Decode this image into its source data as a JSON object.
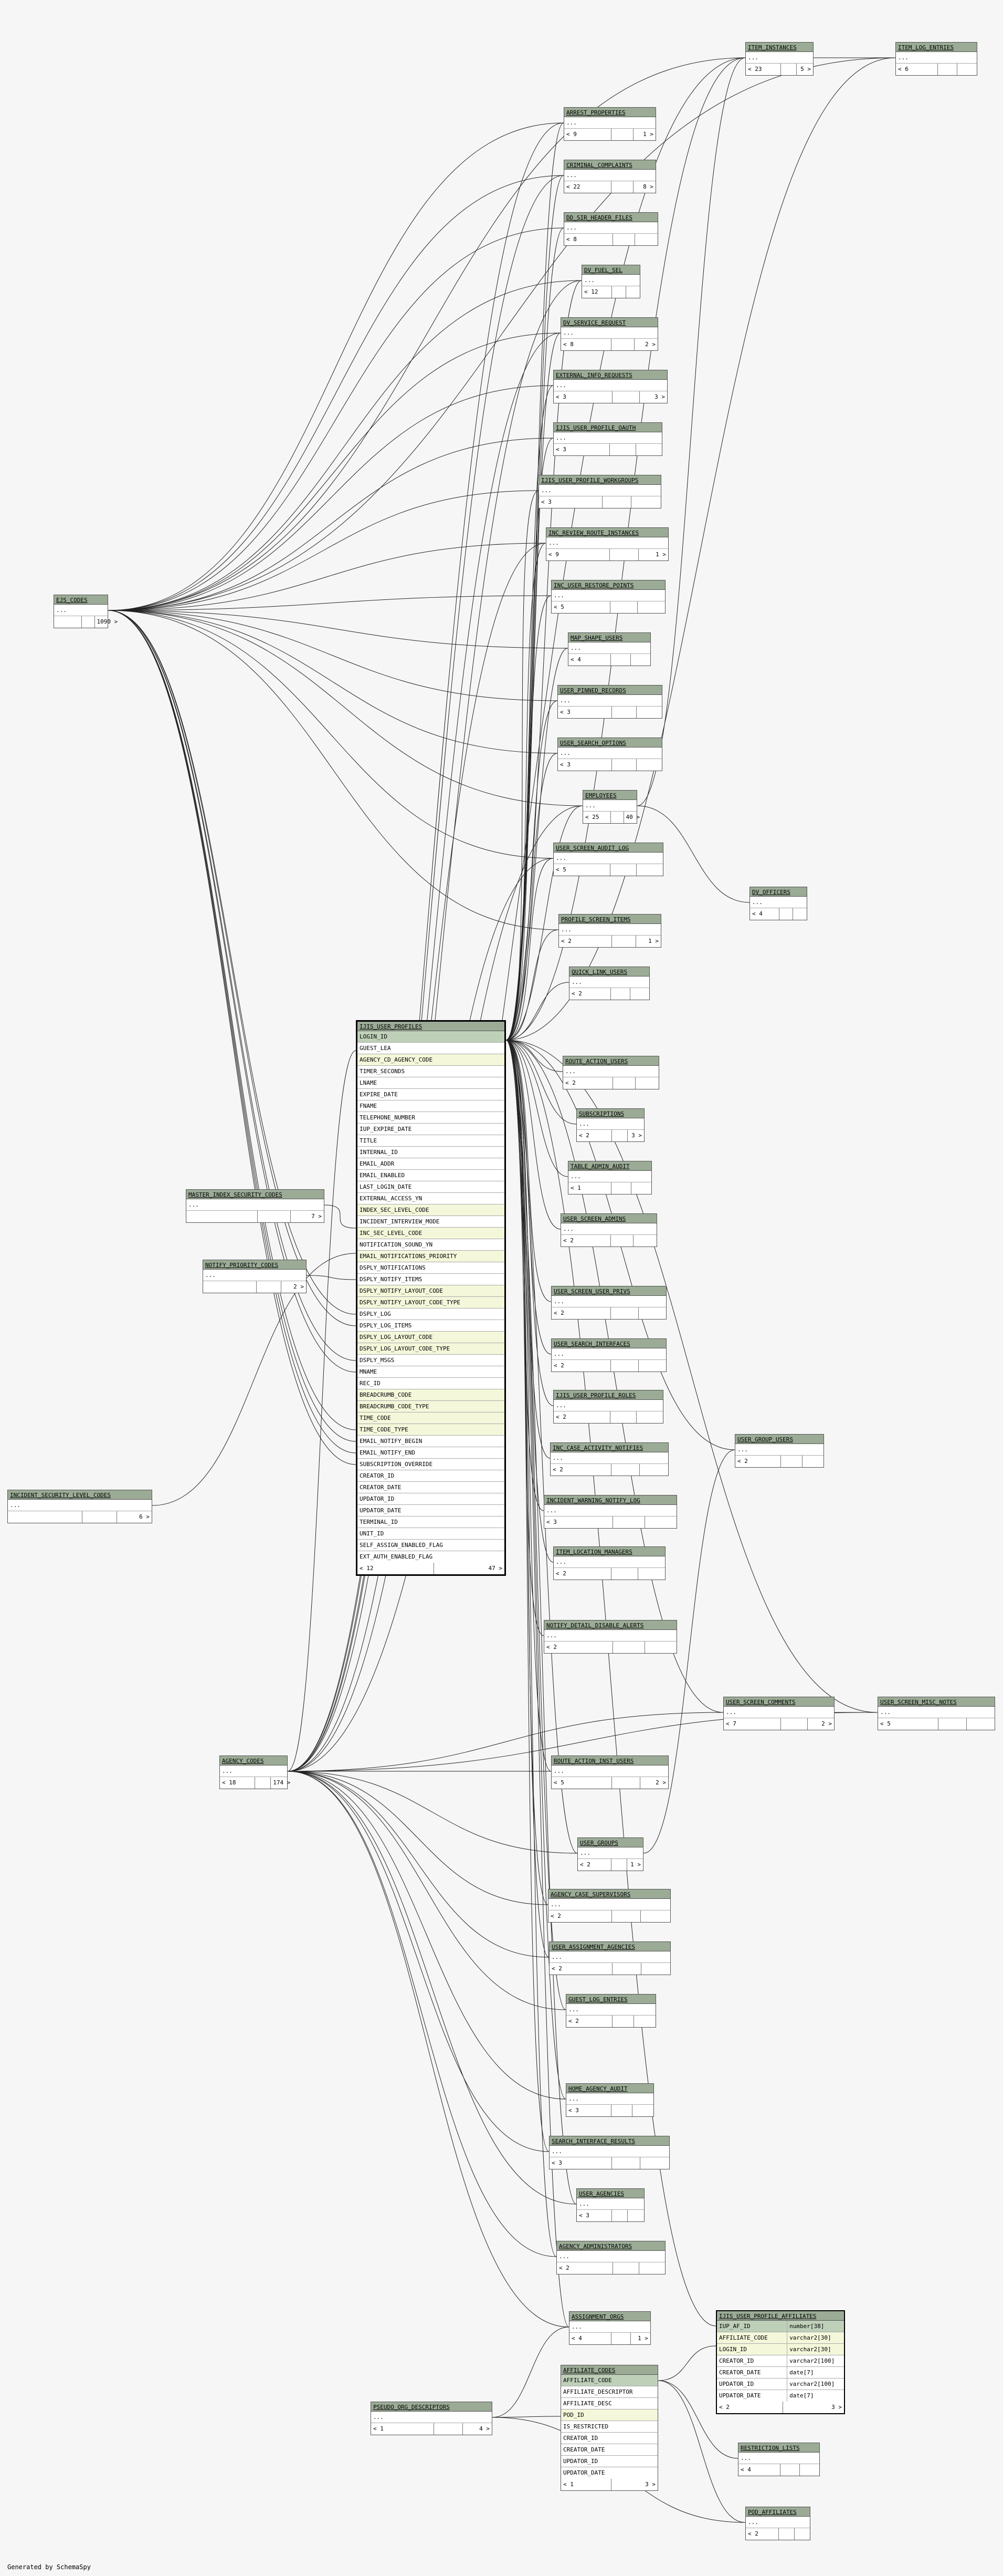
{
  "footer": "Generated by SchemaSpy",
  "tables": [
    {
      "id": "item_instances",
      "name": "ITEM_INSTANCES",
      "cols": [
        "..."
      ],
      "children": "23",
      "parents": "5"
    },
    {
      "id": "item_log_entries",
      "name": "ITEM_LOG_ENTRIES",
      "cols": [
        "..."
      ],
      "children": "6",
      "parents": ""
    },
    {
      "id": "arrest_properties",
      "name": "ARREST_PROPERTIES",
      "cols": [
        "..."
      ],
      "children": "9",
      "parents": "1"
    },
    {
      "id": "criminal_complaints",
      "name": "CRIMINAL_COMPLAINTS",
      "cols": [
        "..."
      ],
      "children": "22",
      "parents": "8"
    },
    {
      "id": "dd_sir_header_files",
      "name": "DD_SIR_HEADER_FILES",
      "cols": [
        "..."
      ],
      "children": "8",
      "parents": ""
    },
    {
      "id": "dv_fuel_sel",
      "name": "DV_FUEL_SEL",
      "cols": [
        "..."
      ],
      "children": "12",
      "parents": ""
    },
    {
      "id": "dv_service_request",
      "name": "DV_SERVICE_REQUEST",
      "cols": [
        "..."
      ],
      "children": "8",
      "parents": "2"
    },
    {
      "id": "external_info_requests",
      "name": "EXTERNAL_INFO_REQUESTS",
      "cols": [
        "..."
      ],
      "children": "3",
      "parents": "3"
    },
    {
      "id": "ijis_user_profile_oauth",
      "name": "IJIS_USER_PROFILE_OAUTH",
      "cols": [
        "..."
      ],
      "children": "3",
      "parents": ""
    },
    {
      "id": "ijis_user_profile_workgroups",
      "name": "IJIS_USER_PROFILE_WORKGROUPS",
      "cols": [
        "..."
      ],
      "children": "3",
      "parents": ""
    },
    {
      "id": "inc_review_route_instances",
      "name": "INC_REVIEW_ROUTE_INSTANCES",
      "cols": [
        "..."
      ],
      "children": "9",
      "parents": "1"
    },
    {
      "id": "inc_user_restore_points",
      "name": "INC_USER_RESTORE_POINTS",
      "cols": [
        "..."
      ],
      "children": "5",
      "parents": ""
    },
    {
      "id": "map_shape_users",
      "name": "MAP_SHAPE_USERS",
      "cols": [
        "..."
      ],
      "children": "4",
      "parents": ""
    },
    {
      "id": "user_pinned_records",
      "name": "USER_PINNED_RECORDS",
      "cols": [
        "..."
      ],
      "children": "3",
      "parents": ""
    },
    {
      "id": "user_search_options",
      "name": "USER_SEARCH_OPTIONS",
      "cols": [
        "..."
      ],
      "children": "3",
      "parents": ""
    },
    {
      "id": "ejs_codes",
      "name": "EJS_CODES",
      "cols": [
        "..."
      ],
      "children": "",
      "parents": "1090"
    },
    {
      "id": "employees",
      "name": "EMPLOYEES",
      "cols": [
        "..."
      ],
      "children": "25",
      "parents": "40"
    },
    {
      "id": "user_screen_audit_log",
      "name": "USER_SCREEN_AUDIT_LOG",
      "cols": [
        "..."
      ],
      "children": "5",
      "parents": ""
    },
    {
      "id": "dv_officers",
      "name": "DV_OFFICERS",
      "cols": [
        "..."
      ],
      "children": "4",
      "parents": ""
    },
    {
      "id": "profile_screen_items",
      "name": "PROFILE_SCREEN_ITEMS",
      "cols": [
        "..."
      ],
      "children": "2",
      "parents": "1"
    },
    {
      "id": "quick_link_users",
      "name": "QUICK_LINK_USERS",
      "cols": [
        "..."
      ],
      "children": "2",
      "parents": ""
    },
    {
      "id": "route_action_users",
      "name": "ROUTE_ACTION_USERS",
      "cols": [
        "..."
      ],
      "children": "2",
      "parents": ""
    },
    {
      "id": "subscriptions",
      "name": "SUBSCRIPTIONS",
      "cols": [
        "..."
      ],
      "children": "2",
      "parents": "3"
    },
    {
      "id": "table_admin_audit",
      "name": "TABLE_ADMIN_AUDIT",
      "cols": [
        "..."
      ],
      "children": "1",
      "parents": ""
    },
    {
      "id": "user_screen_admins",
      "name": "USER_SCREEN_ADMINS",
      "cols": [
        "..."
      ],
      "children": "2",
      "parents": ""
    },
    {
      "id": "master_index_security_codes",
      "name": "MASTER_INDEX_SECURITY_CODES",
      "cols": [
        "..."
      ],
      "children": "",
      "parents": "7"
    },
    {
      "id": "notify_priority_codes",
      "name": "NOTIFY_PRIORITY_CODES",
      "cols": [
        "..."
      ],
      "children": "",
      "parents": "2"
    },
    {
      "id": "user_screen_user_privs",
      "name": "USER_SCREEN_USER_PRIVS",
      "cols": [
        "..."
      ],
      "children": "2",
      "parents": ""
    },
    {
      "id": "user_search_interfaces",
      "name": "USER_SEARCH_INTERFACES",
      "cols": [
        "..."
      ],
      "children": "2",
      "parents": ""
    },
    {
      "id": "ijis_user_profile_roles",
      "name": "IJIS_USER_PROFILE_ROLES",
      "cols": [
        "..."
      ],
      "children": "2",
      "parents": ""
    },
    {
      "id": "inc_case_activity_notifies",
      "name": "INC_CASE_ACTIVITY_NOTIFIES",
      "cols": [
        "..."
      ],
      "children": "2",
      "parents": ""
    },
    {
      "id": "user_group_users",
      "name": "USER_GROUP_USERS",
      "cols": [
        "..."
      ],
      "children": "2",
      "parents": ""
    },
    {
      "id": "incident_security_level_codes",
      "name": "INCIDENT_SECURITY_LEVEL_CODES",
      "cols": [
        "..."
      ],
      "children": "",
      "parents": "6"
    },
    {
      "id": "incident_warning_notify_log",
      "name": "INCIDENT_WARNING_NOTIFY_LOG",
      "cols": [
        "..."
      ],
      "children": "3",
      "parents": ""
    },
    {
      "id": "item_location_managers",
      "name": "ITEM_LOCATION_MANAGERS",
      "cols": [
        "..."
      ],
      "children": "2",
      "parents": ""
    },
    {
      "id": "notify_detail_disable_alerts",
      "name": "NOTIFY_DETAIL_DISABLE_ALERTS",
      "cols": [
        "..."
      ],
      "children": "2",
      "parents": ""
    },
    {
      "id": "user_screen_comments",
      "name": "USER_SCREEN_COMMENTS",
      "cols": [
        "..."
      ],
      "children": "7",
      "parents": "2"
    },
    {
      "id": "user_screen_misc_notes",
      "name": "USER_SCREEN_MISC_NOTES",
      "cols": [
        "..."
      ],
      "children": "5",
      "parents": ""
    },
    {
      "id": "agency_codes",
      "name": "AGENCY_CODES",
      "cols": [
        "..."
      ],
      "children": "18",
      "parents": "174"
    },
    {
      "id": "route_action_inst_users",
      "name": "ROUTE_ACTION_INST_USERS",
      "cols": [
        "..."
      ],
      "children": "5",
      "parents": "2"
    },
    {
      "id": "user_groups",
      "name": "USER_GROUPS",
      "cols": [
        "..."
      ],
      "children": "2",
      "parents": "1"
    },
    {
      "id": "agency_case_supervisors",
      "name": "AGENCY_CASE_SUPERVISORS",
      "cols": [
        "..."
      ],
      "children": "2",
      "parents": ""
    },
    {
      "id": "user_assignment_agencies",
      "name": "USER_ASSIGNMENT_AGENCIES",
      "cols": [
        "..."
      ],
      "children": "2",
      "parents": ""
    },
    {
      "id": "guest_log_entries",
      "name": "GUEST_LOG_ENTRIES",
      "cols": [
        "..."
      ],
      "children": "2",
      "parents": ""
    },
    {
      "id": "home_agency_audit",
      "name": "HOME_AGENCY_AUDIT",
      "cols": [
        "..."
      ],
      "children": "3",
      "parents": ""
    },
    {
      "id": "search_interface_results",
      "name": "SEARCH_INTERFACE_RESULTS",
      "cols": [
        "..."
      ],
      "children": "3",
      "parents": ""
    },
    {
      "id": "user_agencies",
      "name": "USER_AGENCIES",
      "cols": [
        "..."
      ],
      "children": "3",
      "parents": ""
    },
    {
      "id": "agency_administrators",
      "name": "AGENCY_ADMINISTRATORS",
      "cols": [
        "..."
      ],
      "children": "2",
      "parents": ""
    },
    {
      "id": "assignment_orgs",
      "name": "ASSIGNMENT_ORGS",
      "cols": [
        "..."
      ],
      "children": "4",
      "parents": "1"
    },
    {
      "id": "pseudo_org_descriptors",
      "name": "PSEUDO_ORG_DESCRIPTORS",
      "cols": [
        "..."
      ],
      "children": "1",
      "parents": "4"
    },
    {
      "id": "restriction_lists",
      "name": "RESTRICTION_LISTS",
      "cols": [
        "..."
      ],
      "children": "4",
      "parents": ""
    },
    {
      "id": "pod_affiliates",
      "name": "POD_AFFILIATES",
      "cols": [
        "..."
      ],
      "children": "2",
      "parents": ""
    }
  ],
  "ijis_user_profiles": {
    "name": "IJIS_USER_PROFILES",
    "columns": [
      {
        "n": "LOGIN_ID",
        "k": "pk"
      },
      {
        "n": "GUEST_LEA",
        "k": ""
      },
      {
        "n": "AGENCY_CD_AGENCY_CODE",
        "k": "fk"
      },
      {
        "n": "TIMER_SECONDS",
        "k": ""
      },
      {
        "n": "LNAME",
        "k": ""
      },
      {
        "n": "EXPIRE_DATE",
        "k": ""
      },
      {
        "n": "FNAME",
        "k": ""
      },
      {
        "n": "TELEPHONE_NUMBER",
        "k": ""
      },
      {
        "n": "IUP_EXPIRE_DATE",
        "k": ""
      },
      {
        "n": "TITLE",
        "k": ""
      },
      {
        "n": "INTERNAL_ID",
        "k": ""
      },
      {
        "n": "EMAIL_ADDR",
        "k": ""
      },
      {
        "n": "EMAIL_ENABLED",
        "k": ""
      },
      {
        "n": "LAST_LOGIN_DATE",
        "k": ""
      },
      {
        "n": "EXTERNAL_ACCESS_YN",
        "k": ""
      },
      {
        "n": "INDEX_SEC_LEVEL_CODE",
        "k": "fk"
      },
      {
        "n": "INCIDENT_INTERVIEW_MODE",
        "k": ""
      },
      {
        "n": "INC_SEC_LEVEL_CODE",
        "k": "fk"
      },
      {
        "n": "NOTIFICATION_SOUND_YN",
        "k": ""
      },
      {
        "n": "EMAIL_NOTIFICATIONS_PRIORITY",
        "k": "fk"
      },
      {
        "n": "DSPLY_NOTIFICATIONS",
        "k": ""
      },
      {
        "n": "DSPLY_NOTIFY_ITEMS",
        "k": ""
      },
      {
        "n": "DSPLY_NOTIFY_LAYOUT_CODE",
        "k": "fk"
      },
      {
        "n": "DSPLY_NOTIFY_LAYOUT_CODE_TYPE",
        "k": "fk"
      },
      {
        "n": "DSPLY_LOG",
        "k": ""
      },
      {
        "n": "DSPLY_LOG_ITEMS",
        "k": ""
      },
      {
        "n": "DSPLY_LOG_LAYOUT_CODE",
        "k": "fk"
      },
      {
        "n": "DSPLY_LOG_LAYOUT_CODE_TYPE",
        "k": "fk"
      },
      {
        "n": "DSPLY_MSGS",
        "k": ""
      },
      {
        "n": "MNAME",
        "k": ""
      },
      {
        "n": "REC_ID",
        "k": ""
      },
      {
        "n": "BREADCRUMB_CODE",
        "k": "fk"
      },
      {
        "n": "BREADCRUMB_CODE_TYPE",
        "k": "fk"
      },
      {
        "n": "TIME_CODE",
        "k": "fk"
      },
      {
        "n": "TIME_CODE_TYPE",
        "k": "fk"
      },
      {
        "n": "EMAIL_NOTIFY_BEGIN",
        "k": ""
      },
      {
        "n": "EMAIL_NOTIFY_END",
        "k": ""
      },
      {
        "n": "SUBSCRIPTION_OVERRIDE",
        "k": ""
      },
      {
        "n": "CREATOR_ID",
        "k": ""
      },
      {
        "n": "CREATOR_DATE",
        "k": ""
      },
      {
        "n": "UPDATOR_ID",
        "k": ""
      },
      {
        "n": "UPDATOR_DATE",
        "k": ""
      },
      {
        "n": "TERMINAL_ID",
        "k": ""
      },
      {
        "n": "UNIT_ID",
        "k": ""
      },
      {
        "n": "SELF_ASSIGN_ENABLED_FLAG",
        "k": ""
      },
      {
        "n": "EXT_AUTH_ENABLED_FLAG",
        "k": ""
      }
    ],
    "children": "12",
    "parents": "47"
  },
  "ijis_user_profile_affiliates": {
    "name": "IJIS_USER_PROFILE_AFFILIATES",
    "columns": [
      {
        "n": "IUP_AF_ID",
        "t": "number[38]",
        "k": "pk"
      },
      {
        "n": "AFFILIATE_CODE",
        "t": "varchar2[30]",
        "k": "fk"
      },
      {
        "n": "LOGIN_ID",
        "t": "varchar2[30]",
        "k": "fk"
      },
      {
        "n": "CREATOR_ID",
        "t": "varchar2[100]",
        "k": ""
      },
      {
        "n": "CREATOR_DATE",
        "t": "date[7]",
        "k": ""
      },
      {
        "n": "UPDATOR_ID",
        "t": "varchar2[100]",
        "k": ""
      },
      {
        "n": "UPDATOR_DATE",
        "t": "date[7]",
        "k": ""
      }
    ],
    "children": "2",
    "parents": "3"
  },
  "affiliate_codes": {
    "name": "AFFILIATE_CODES",
    "columns": [
      {
        "n": "AFFILIATE_CODE",
        "k": "pk"
      },
      {
        "n": "AFFILIATE_DESCRIPTOR",
        "k": ""
      },
      {
        "n": "AFFILIATE_DESC",
        "k": ""
      },
      {
        "n": "POD_ID",
        "k": "fk"
      },
      {
        "n": "IS_RESTRICTED",
        "k": ""
      },
      {
        "n": "CREATOR_ID",
        "k": ""
      },
      {
        "n": "CREATOR_DATE",
        "k": ""
      },
      {
        "n": "UPDATOR_ID",
        "k": ""
      },
      {
        "n": "UPDATOR_DATE",
        "k": ""
      }
    ],
    "children": "1",
    "parents": "3"
  }
}
